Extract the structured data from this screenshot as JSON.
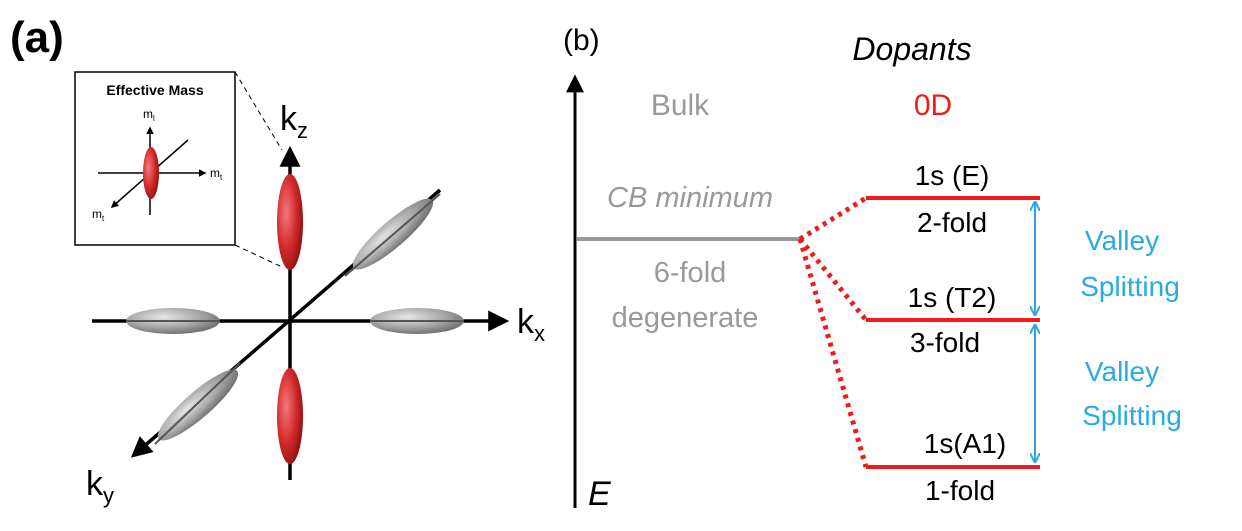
{
  "panel_a": {
    "label": "(a)",
    "inset": {
      "title": "Effective Mass",
      "axis_up": "m",
      "axis_up_sub": "l",
      "axis_right": "m",
      "axis_right_sub": "t",
      "axis_diag": "m",
      "axis_diag_sub": "t"
    },
    "axes": {
      "kz": "k",
      "kz_sub": "z",
      "kx": "k",
      "kx_sub": "x",
      "ky": "k",
      "ky_sub": "y"
    },
    "colors": {
      "red_valley": "#d42a2a",
      "grey_valley": "#9a9a9a"
    }
  },
  "panel_b": {
    "label": "(b)",
    "dopants_heading": "Dopants",
    "bulk_label": "Bulk",
    "zero_d_label": "0D",
    "energy_label": "E",
    "cb_minimum": "CB minimum",
    "six_fold": "6-fold",
    "degenerate": "degenerate",
    "levels": [
      {
        "state": "1s (E)",
        "degeneracy": "2-fold"
      },
      {
        "state": "1s (T2)",
        "degeneracy": "3-fold"
      },
      {
        "state": "1s(A1)",
        "degeneracy": "1-fold"
      }
    ],
    "splitting": [
      {
        "line1": "Valley",
        "line2": "Splitting"
      },
      {
        "line1": "Valley",
        "line2": "Splitting"
      }
    ],
    "colors": {
      "level": "#ee1c1c",
      "splitting": "#29aae1",
      "bulk": "#999999"
    }
  }
}
